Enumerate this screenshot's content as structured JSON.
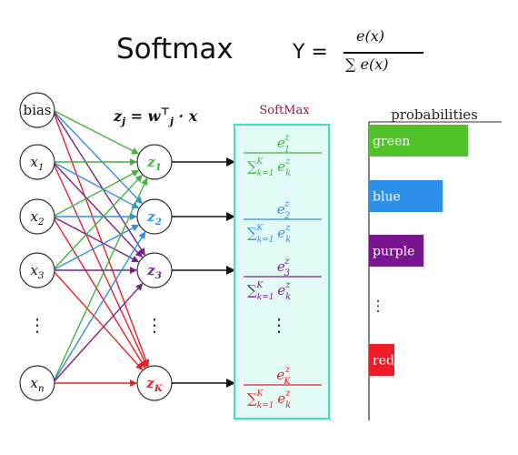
{
  "title": "Softmax",
  "equation": {
    "lhs": "Y =",
    "numerator": "e(x)",
    "denominator": "∑ e(x)"
  },
  "formula_label": "z",
  "formula_label_sub": "j",
  "formula_label_rhs": " = w",
  "formula_label_sup": "⊤",
  "formula_label_sub2": "j",
  "formula_label_end": " · x",
  "inputs": [
    {
      "label": "bias",
      "sub": ""
    },
    {
      "label": "x",
      "sub": "1"
    },
    {
      "label": "x",
      "sub": "2"
    },
    {
      "label": "x",
      "sub": "3"
    },
    {
      "label": "⋮",
      "sub": ""
    },
    {
      "label": "x",
      "sub": "n"
    }
  ],
  "z_nodes": [
    {
      "label": "z",
      "sub": "1",
      "color": "#44b33a"
    },
    {
      "label": "z",
      "sub": "2",
      "color": "#2e8fe8"
    },
    {
      "label": "z",
      "sub": "3",
      "color": "#7a1f8c"
    },
    {
      "label": "⋮",
      "sub": "",
      "color": "#333333"
    },
    {
      "label": "z",
      "sub": "K",
      "color": "#e8202a"
    }
  ],
  "softmax_header": "SoftMax",
  "softmax_terms": [
    {
      "num": "e",
      "num_sup": "z",
      "num_sub": "1",
      "den_lhs": "∑",
      "den_k": "k=1",
      "den_K": "K",
      "den_e": "e",
      "den_sub": "k",
      "den_sup": "z",
      "color": "#44b33a"
    },
    {
      "num": "e",
      "num_sup": "z",
      "num_sub": "2",
      "den_lhs": "∑",
      "den_k": "k=1",
      "den_K": "K",
      "den_e": "e",
      "den_sub": "k",
      "den_sup": "z",
      "color": "#2e8fe8"
    },
    {
      "num": "e",
      "num_sup": "z",
      "num_sub": "3",
      "den_lhs": "∑",
      "den_k": "k=1",
      "den_K": "K",
      "den_e": "e",
      "den_sub": "k",
      "den_sup": "z",
      "color": "#7a1f8c"
    },
    {
      "num": "⋮",
      "color": "#333333"
    },
    {
      "num": "e",
      "num_sup": "z",
      "num_sub": "K",
      "den_lhs": "∑",
      "den_k": "k=1",
      "den_K": "K",
      "den_e": "e",
      "den_sub": "k",
      "den_sup": "z",
      "color": "#e8202a"
    }
  ],
  "probabilities_header": "probabilities",
  "probabilities": [
    {
      "label": "green",
      "value": 0.78,
      "color": "#52c22a"
    },
    {
      "label": "blue",
      "value": 0.58,
      "color": "#2e8fe8"
    },
    {
      "label": "purple",
      "value": 0.43,
      "color": "#7a1590"
    },
    {
      "label": "⋮",
      "value": 0,
      "color": "#333333"
    },
    {
      "label": "red",
      "value": 0.2,
      "color": "#ee1c25"
    }
  ],
  "colors": {
    "softmax_box_fill": "#e2fbf6",
    "softmax_box_stroke": "#3fe0c5",
    "softmax_header": "#8a1c3c",
    "node_stroke": "#333333"
  }
}
